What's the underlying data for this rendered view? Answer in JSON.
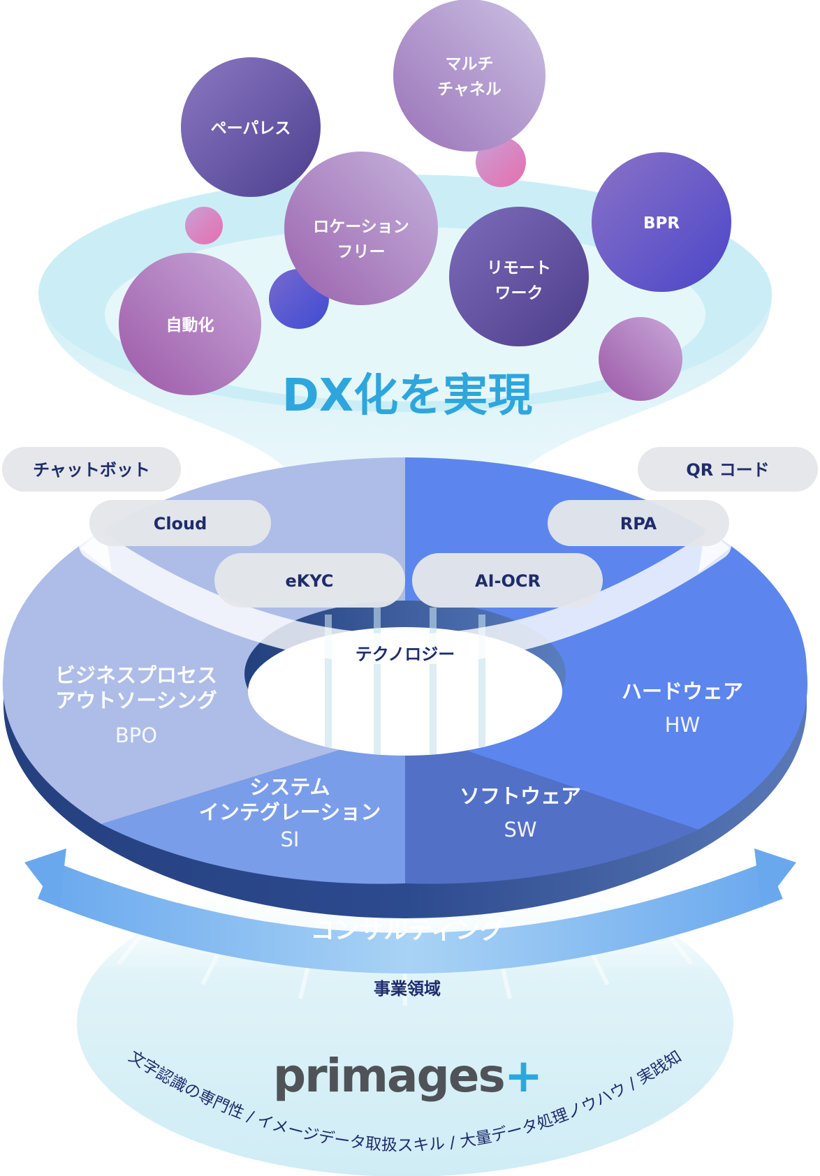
{
  "headline": "DX化を実現",
  "goals": [
    {
      "id": "paperless",
      "lines": [
        "ペーパレス"
      ]
    },
    {
      "id": "multichannel",
      "lines": [
        "マルチ",
        "チャネル"
      ]
    },
    {
      "id": "location-free",
      "lines": [
        "ロケーション",
        "フリー"
      ]
    },
    {
      "id": "bpr",
      "lines": [
        "BPR"
      ]
    },
    {
      "id": "remote-work",
      "lines": [
        "リモート",
        "ワーク"
      ]
    },
    {
      "id": "automation",
      "lines": [
        "自動化"
      ]
    }
  ],
  "technologies": [
    "チャットボット",
    "QR コード",
    "Cloud",
    "RPA",
    "eKYC",
    "AI-OCR"
  ],
  "technology_label": "テクノロジー",
  "business_segments": [
    {
      "id": "bpo",
      "title_lines": [
        "ビジネスプロセス",
        "アウトソーシング"
      ],
      "abbr": "BPO"
    },
    {
      "id": "hw",
      "title_lines": [
        "ハードウェア"
      ],
      "abbr": "HW"
    },
    {
      "id": "si",
      "title_lines": [
        "システム",
        "インテグレーション"
      ],
      "abbr": "SI"
    },
    {
      "id": "sw",
      "title_lines": [
        "ソフトウェア"
      ],
      "abbr": "SW"
    }
  ],
  "consulting_label": "コンサルティング",
  "business_domain_label": "事業領域",
  "brand": "primages+",
  "foundation_text": "文字認識の専門性 / イメージデータ取扱スキル / 大量データ処理ノウハウ / 実践知",
  "colors": {
    "headline": "#2ea6dd",
    "bubble_purple": "#7a5fae",
    "bubble_pink": "#e879b0",
    "bubble_blue": "#4a4fd0",
    "ring_bpo": "#adbde8",
    "ring_hw": "#5d86ee",
    "ring_si": "#7a9de9",
    "ring_sw": "#5270c6",
    "ring_side": "#2f4a8c",
    "consulting_arrow": "#79b1ec",
    "pill": "#e4e6ea",
    "dark_text": "#1e2c6b",
    "brand_gray": "#4f5358",
    "brand_blue": "#2aa8de"
  }
}
